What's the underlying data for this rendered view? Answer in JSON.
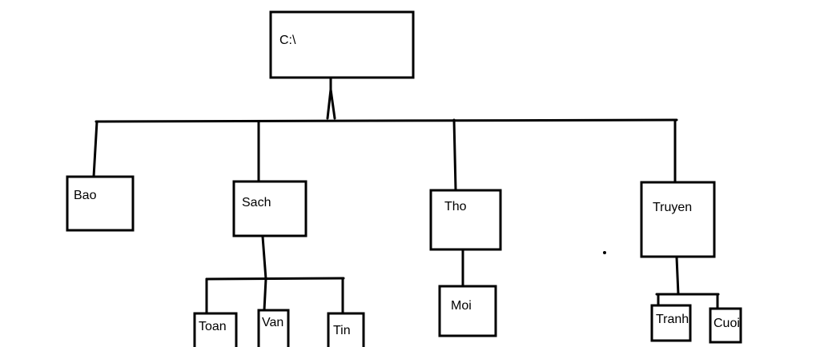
{
  "diagram": {
    "root": {
      "label": "C:\\"
    },
    "level1": [
      {
        "id": "bao",
        "label": "Bao"
      },
      {
        "id": "sach",
        "label": "Sach"
      },
      {
        "id": "tho",
        "label": "Tho"
      },
      {
        "id": "truyen",
        "label": "Truyen"
      }
    ],
    "sach_children": [
      {
        "id": "toan",
        "label": "Toan"
      },
      {
        "id": "van",
        "label": "Van"
      },
      {
        "id": "tin",
        "label": "Tin"
      }
    ],
    "tho_children": [
      {
        "id": "moi",
        "label": "Moi"
      }
    ],
    "truyen_children": [
      {
        "id": "tranh",
        "label": "Tranh"
      },
      {
        "id": "cuoi",
        "label": "Cuoi"
      }
    ]
  }
}
